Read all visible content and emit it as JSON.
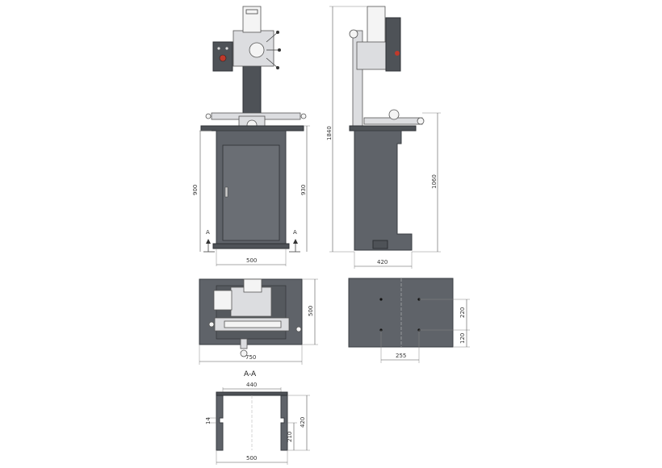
{
  "dimensions": {
    "front_height_left": "900",
    "front_height_right": "930",
    "front_width": "500",
    "side_total_height": "1840",
    "side_right_height": "1060",
    "side_width": "420",
    "top_width": "750",
    "top_depth": "500",
    "base_plan_220": "220",
    "base_plan_120": "120",
    "base_plan_255": "255",
    "section_top_width": "440",
    "section_depth": "420",
    "section_slot": "14",
    "section_half": "210",
    "section_bottom_width": "500"
  },
  "labels": {
    "section_marker_left": "A",
    "section_marker_right": "A",
    "section_title": "A-A"
  },
  "colors": {
    "stand": "#5f6369",
    "machine_light": "#dcdde0",
    "machine_dark": "#4e5257",
    "accent_red": "#c0392b"
  }
}
